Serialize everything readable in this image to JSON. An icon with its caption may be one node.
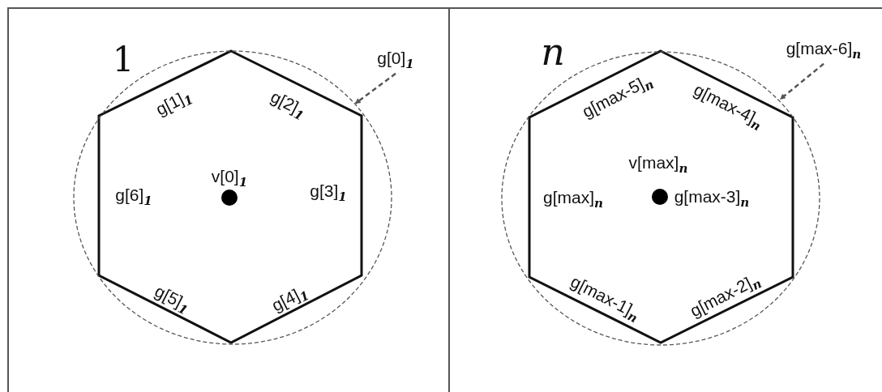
{
  "diagram": {
    "nodes": [
      {
        "text": [
          "1"
        ]
      },
      {
        "text": [
          "g[0]$_{1}$"
        ],
        "in": 0
      },
      {
        "text": [],
        "shape": "circle",
        "in": 0
      },
      {
        "text": [
          "n"
        ]
      },
      {
        "text": [
          "g[max-6]$_{n}$"
        ],
        "in": 3
      },
      {
        "text": [],
        "shape": "circle",
        "in": 3
      }
    ],
    "edges": [
      {
        "from": 1,
        "to": 2,
        "arrow": "to",
        "style": "dashed"
      },
      {
        "from": 4,
        "to": 5,
        "arrow": "to",
        "style": "dashed"
      }
    ],
    "labels": [
      "g[1]$_{1}$",
      "g[2]$_{1}$",
      "v[0]$_{1}$",
      "g[6]$_{1}$",
      "g[3]$_{1}$",
      "g[5]$_{1}$",
      "g[4]$_{1}$",
      "g[max-5]$_{n}$",
      "g[max-4]$_{n}$",
      "v[max]$_{n}$",
      "g[max]$_{n}$",
      "g[max-3]$_{n}$",
      "g[max-1]$_{n}$",
      "g[max-2]$_{n}$"
    ]
  }
}
